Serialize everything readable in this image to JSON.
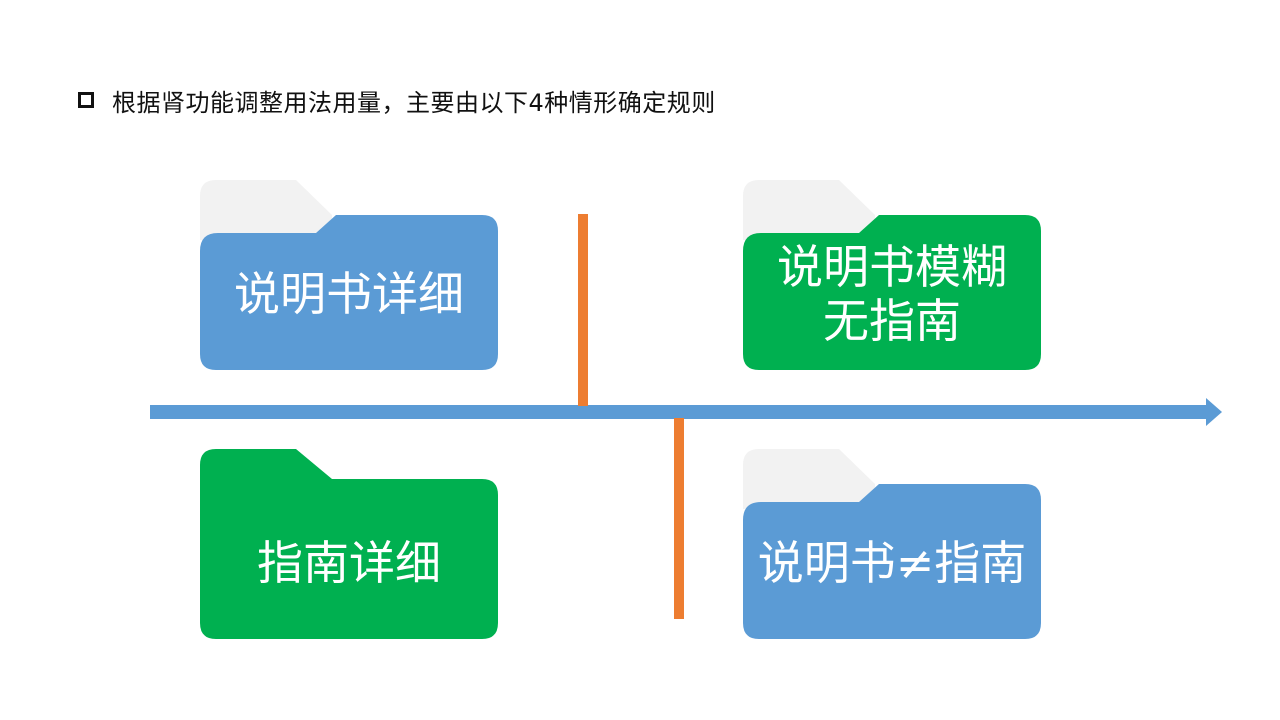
{
  "title": "根据肾功能调整用法用量，主要由以下4种情形确定规则",
  "colors": {
    "blue": "#5b9bd5",
    "green": "#00b050",
    "orange": "#ed7d31",
    "tab_gray": "#f2f2f2",
    "arrow": "#5b9bd5"
  },
  "folders": {
    "top_left": {
      "line1": "说明书详细",
      "line2": "",
      "color": "blue"
    },
    "top_right": {
      "line1": "说明书模糊",
      "line2": "无指南",
      "color": "green"
    },
    "bottom_left": {
      "line1": "指南详细",
      "line2": "",
      "color": "green"
    },
    "bottom_right": {
      "line1": "说明书≠指南",
      "line2": "",
      "color": "blue"
    }
  },
  "icons": {
    "bullet": "hollow-square-icon",
    "folder": "folder-icon",
    "arrow": "arrow-right-icon"
  }
}
